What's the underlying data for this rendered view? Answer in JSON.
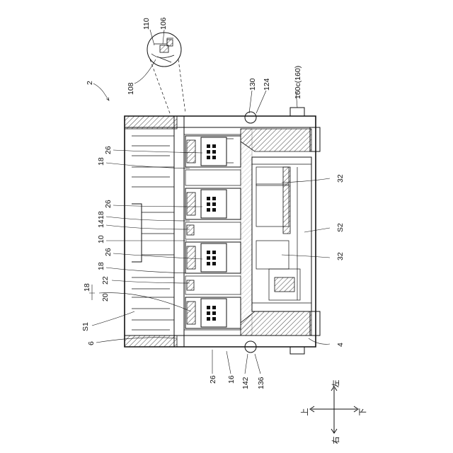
{
  "figure_label": "2",
  "reference_numerals": {
    "n110": "110",
    "n106": "106",
    "n108": "108",
    "n130": "130",
    "n124": "124",
    "n160c": "160c(160)",
    "n26a": "26",
    "n18a": "18",
    "n32a": "32",
    "n26b": "26",
    "n18b": "18",
    "n14": "14",
    "n10": "10",
    "nS2": "S2",
    "n26c": "26",
    "n18c": "18",
    "n32b": "32",
    "n22": "22",
    "n18d": "18",
    "n20": "20",
    "nS1": "S1",
    "n6": "6",
    "n4": "4",
    "n26d": "26",
    "n16": "16",
    "n142": "142",
    "n136": "136"
  },
  "directions": {
    "left": "左",
    "right": "右",
    "up": "上",
    "down": "下"
  }
}
